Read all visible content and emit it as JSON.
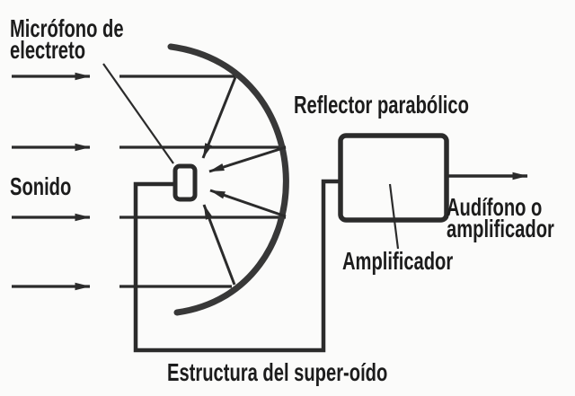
{
  "diagram": {
    "caption": "Estructura del super-oído",
    "labels": {
      "microphone": "Micrófono de\nelectreto",
      "sound": "Sonido",
      "reflector": "Reflector parabólico",
      "output_device": "Audífono o\namplificador",
      "amplifier": "Amplificador"
    },
    "colors": {
      "ink": "#2b2b2b",
      "arc_ink": "#383838",
      "text": "#1c1c1c",
      "background": "#fbfbfa"
    }
  }
}
